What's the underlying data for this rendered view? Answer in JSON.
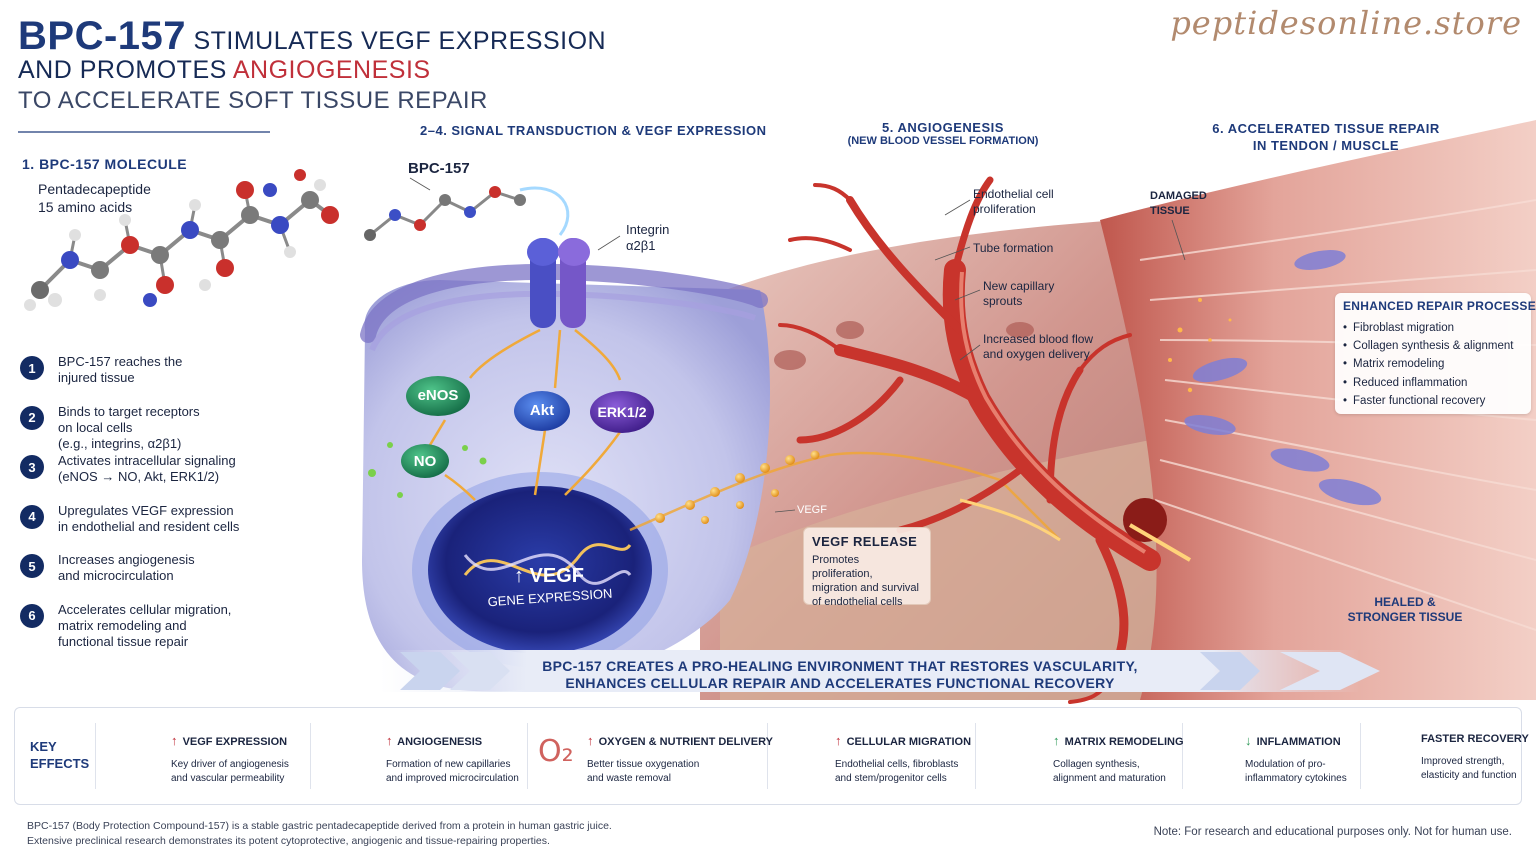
{
  "header": {
    "title_strong": "BPC-157",
    "title_rest": " STIMULATES VEGF EXPRESSION",
    "line2_start": "AND PROMOTES ",
    "line2_red": "ANGIOGENESIS",
    "line3": "TO ACCELERATE SOFT TISSUE REPAIR",
    "brand": "peptidesonline.store"
  },
  "molecule": {
    "section_title": "1. BPC-157 MOLECULE",
    "line1": "Pentadecapeptide",
    "line2": "15 amino acids"
  },
  "steps": [
    {
      "num": "1",
      "text": "BPC-157 reaches the\ninjured tissue"
    },
    {
      "num": "2",
      "text": "Binds to target receptors\non local cells\n(e.g., integrins, α2β1)"
    },
    {
      "num": "3",
      "text": "Activates intracellular signaling\n(eNOS → NO, Akt, ERK1/2)"
    },
    {
      "num": "4",
      "text": "Upregulates VEGF expression\nin endothelial and resident cells"
    },
    {
      "num": "5",
      "text": "Increases angiogenesis\nand microcirculation"
    },
    {
      "num": "6",
      "text": "Accelerates cellular migration,\nmatrix remodeling and\nfunctional tissue repair"
    }
  ],
  "signal": {
    "section_title": "2–4. SIGNAL TRANSDUCTION & VEGF EXPRESSION",
    "peptide_label": "BPC-157",
    "integrin_label": "Integrin\nα2β1",
    "nodes": {
      "enos": "eNOS",
      "no": "NO",
      "akt": "Akt",
      "erk": "ERK1/2"
    },
    "vegf_big": "↑ VEGF",
    "gene_expression": "GENE EXPRESSION",
    "vegf_label": "VEGF"
  },
  "angio": {
    "section_title": "5. ANGIOGENESIS",
    "section_sub": "(NEW BLOOD VESSEL FORMATION)",
    "labels": [
      "Endothelial cell\nproliferation",
      "Tube formation",
      "New capillary\nsprouts",
      "Increased blood flow\nand oxygen delivery"
    ],
    "release_title": "VEGF RELEASE",
    "release_text": "Promotes proliferation,\nmigration and survival\nof endothelial cells"
  },
  "repair": {
    "section_title": "6. ACCELERATED TISSUE REPAIR\nIN TENDON / MUSCLE",
    "damaged": "DAMAGED\nTISSUE",
    "healed": "HEALED &\nSTRONGER TISSUE",
    "box_title": "ENHANCED REPAIR PROCESSES",
    "box_items": [
      "Fibroblast migration",
      "Collagen synthesis & alignment",
      "Matrix remodeling",
      "Reduced inflammation",
      "Faster functional recovery"
    ]
  },
  "banner": {
    "text": "BPC-157 CREATES A PRO-HEALING ENVIRONMENT THAT RESTORES VASCULARITY,\nENHANCES CELLULAR REPAIR AND ACCELERATES FUNCTIONAL RECOVERY"
  },
  "effects": {
    "heading": "KEY\nEFFECTS",
    "icon_o2_text": "O₂",
    "items": [
      {
        "arrow": "↑",
        "title": "VEGF EXPRESSION",
        "text": "Key driver of angiogenesis\nand vascular permeability",
        "icon": "vessel-branch-icon"
      },
      {
        "arrow": "↑",
        "title": "ANGIOGENESIS",
        "text": "Formation of new capillaries\nand improved microcirculation",
        "icon": "capillary-network-icon"
      },
      {
        "arrow": "↑",
        "title": "OXYGEN & NUTRIENT DELIVERY",
        "text": "Better tissue oxygenation\nand waste removal",
        "icon": "oxygen-icon"
      },
      {
        "arrow": "↑",
        "title": "CELLULAR MIGRATION",
        "text": "Endothelial cells, fibroblasts\nand stem/progenitor cells",
        "icon": "cell-icon"
      },
      {
        "arrow": "↑",
        "title": "MATRIX REMODELING",
        "text": "Collagen synthesis,\nalignment and maturation",
        "icon": "collagen-helix-icon"
      },
      {
        "arrow": "↓",
        "title": "INFLAMMATION",
        "text": "Modulation of pro-\ninflammatory cytokines",
        "icon": "shield-check-icon"
      },
      {
        "arrow": "",
        "title": "FASTER RECOVERY",
        "text": "Improved strength,\nelasticity and function",
        "icon": "runner-icon"
      }
    ]
  },
  "footer": {
    "left": "BPC-157 (Body Protection Compound-157) is a stable gastric pentadecapeptide derived from a protein in human gastric juice.\nExtensive preclinical research demonstrates its potent cytoprotective, angiogenic and tissue-repairing properties.",
    "right": "Note: For research and educational purposes only. Not for human use."
  },
  "colors": {
    "navy": "#1e3a7a",
    "red": "#c0303a",
    "membrane": "#7c74c6",
    "tissue": "#c9837a",
    "vessel": "#c8342c",
    "muscle": "#e3a49a",
    "vegf_gold": "#f1a630"
  }
}
